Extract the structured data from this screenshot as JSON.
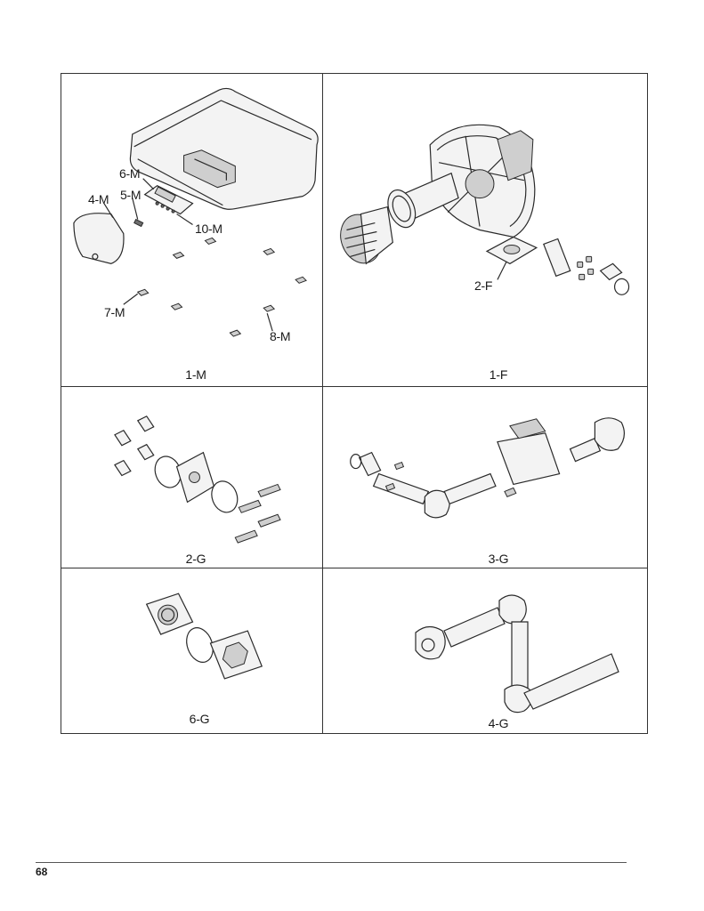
{
  "page": {
    "number": "68"
  },
  "panels": {
    "1M": {
      "caption": "1-M",
      "callouts": {
        "c6m": "6-M",
        "c5m": "5-M",
        "c4m": "4-M",
        "c10m": "10-M",
        "c7m": "7-M",
        "c8m": "8-M"
      }
    },
    "1F": {
      "caption": "1-F",
      "callouts": {
        "c2f": "2-F"
      }
    },
    "2G": {
      "caption": "2-G"
    },
    "3G": {
      "caption": "3-G"
    },
    "6G": {
      "caption": "6-G"
    },
    "4G": {
      "caption": "4-G"
    }
  }
}
